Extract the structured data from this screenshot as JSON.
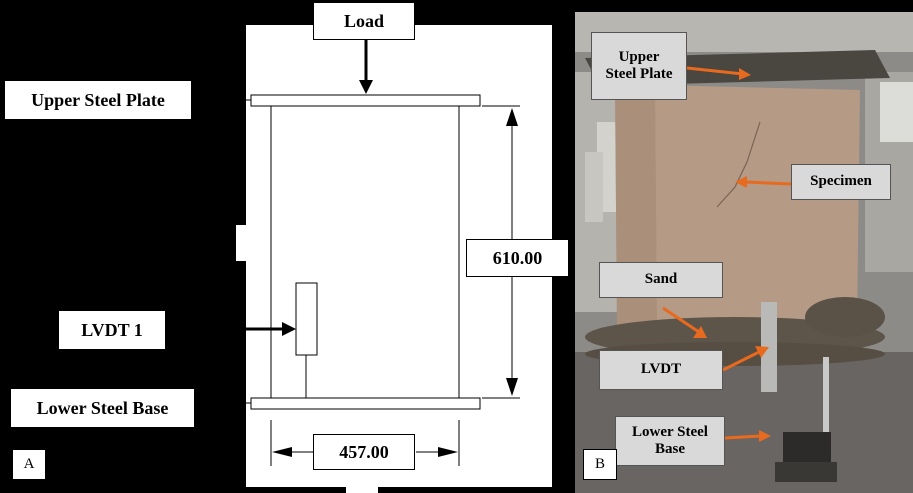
{
  "panel_a": {
    "corner_label": "A",
    "load_label": "Load",
    "upper_plate_label": "Upper Steel Plate",
    "lvdt_label": "LVDT 1",
    "lower_base_label": "Lower Steel Base",
    "height_dim": "610.00",
    "width_dim": "457.00"
  },
  "panel_b": {
    "corner_label": "B",
    "upper_plate_label": "Upper Steel Plate",
    "specimen_label": "Specimen",
    "sand_label": "Sand",
    "lvdt_label": "LVDT",
    "lower_base_label": "Lower Steel Base"
  },
  "colors": {
    "arrow_orange": "#e86a1e"
  }
}
